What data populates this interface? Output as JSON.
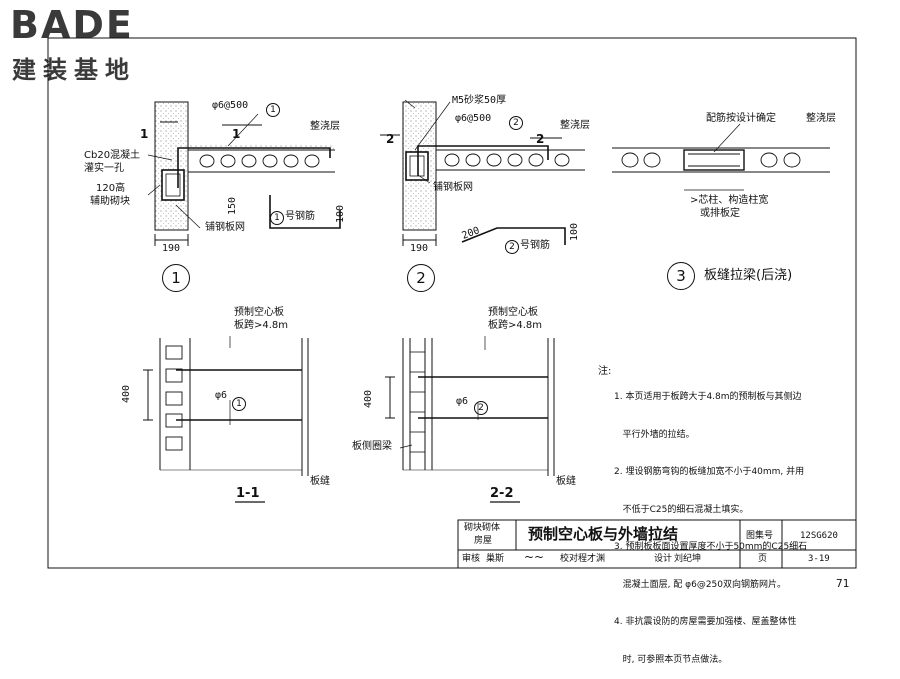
{
  "logo": {
    "brand": "BADE",
    "subtitle": "建装基地"
  },
  "detail1": {
    "bar_label": "φ6@500",
    "bar_ref": "1",
    "section_mark": "1",
    "topping": "整浇层",
    "grout": "Cb20混凝土",
    "grout2": "灌实一孔",
    "aux_block": "120高",
    "aux_block2": "辅助砌块",
    "mesh": "铺钢板网",
    "wall_width": "190",
    "bar_leg": "150",
    "bar_hook": "100",
    "bar_name": "号钢筋",
    "bar_name_ref": "1",
    "circle": "1"
  },
  "detail2": {
    "mortar": "M5砂浆50厚",
    "bar_label": "φ6@500",
    "bar_ref": "2",
    "section_mark": "2",
    "topping": "整浇层",
    "mesh": "铺钢板网",
    "wall_width": "190",
    "bar_leg": "200",
    "bar_hook": "100",
    "bar_name": "号钢筋",
    "bar_name_ref": "2",
    "circle": "2"
  },
  "detail3": {
    "reinf": "配筋按设计确定",
    "topping": "整浇层",
    "width_note": ">芯柱、构造柱宽",
    "width_note2": "或排板定",
    "circle": "3",
    "title": "板缝拉梁(后浇)"
  },
  "section11": {
    "slab": "预制空心板",
    "span": "板跨>4.8m",
    "spacing": "400",
    "bar": "φ6",
    "bar_ref": "1",
    "joint": "板缝",
    "label": "1-1"
  },
  "section22": {
    "slab": "预制空心板",
    "span": "板跨>4.8m",
    "spacing": "400",
    "bar": "φ6",
    "bar_ref": "2",
    "beam": "板侧圈梁",
    "joint": "板缝",
    "label": "2-2"
  },
  "notes": {
    "head": "注:",
    "lines": [
      "1. 本页适用于板跨大于4.8m的预制板与其侧边",
      "   平行外墙的拉结。",
      "2. 埋设钢筋弯钩的板缝加宽不小于40mm, 并用",
      "   不低于C25的细石混凝土填实。",
      "3. 预制板板面设置厚度不小于50mm的C25细石",
      "   混凝土面层, 配 φ6@250双向钢筋网片。",
      "4. 非抗震设防的房屋需要加强楼、屋盖整体性",
      "   时, 可参照本页节点做法。"
    ]
  },
  "title_block": {
    "category": "砌块砌体",
    "category2": "房屋",
    "title": "预制空心板与外墙拉结",
    "atlas_label": "图集号",
    "atlas_no": "12SG620",
    "review": "审核",
    "reviewer": "巢斯",
    "check": "校对",
    "checker": "程才渊",
    "design": "设计",
    "designer": "刘纪坤",
    "page_label": "页",
    "page_no": "3-19"
  },
  "page_number": "71"
}
